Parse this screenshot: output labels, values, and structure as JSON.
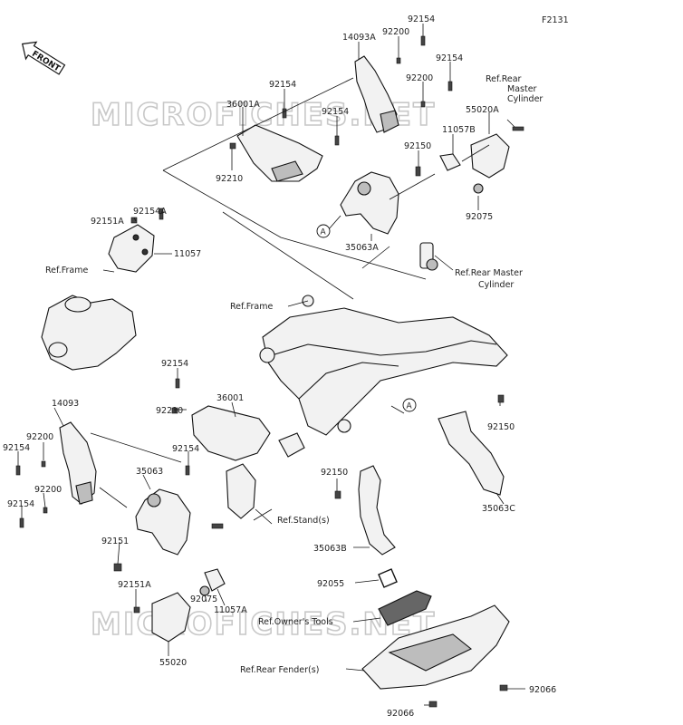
{
  "figure_code": "F2131",
  "front_badge": "FRONT",
  "watermark": "MICROFICHES.NET",
  "ref_marker": "A",
  "parts": {
    "p14093A": "14093A",
    "p92200_a": "92200",
    "p92154_a": "92154",
    "p92154_b": "92154",
    "p92200_b": "92200",
    "p92154_c": "92154",
    "p36001A": "36001A",
    "p92154_d": "92154",
    "p92210_a": "92210",
    "p55020A": "55020A",
    "p11057B": "11057B",
    "p92150_a": "92150",
    "p92075_a": "92075",
    "p35063A": "35063A",
    "p92154A": "92154A",
    "p92151A_a": "92151A",
    "p11057": "11057",
    "p92154_e": "92154",
    "p92210_b": "92210",
    "p36001": "36001",
    "p92154_f": "92154",
    "p14093": "14093",
    "p92200_c": "92200",
    "p92154_g": "92154",
    "p92200_d": "92200",
    "p92154_h": "92154",
    "p35063": "35063",
    "p92151": "92151",
    "p92151A_b": "92151A",
    "p92075_b": "92075",
    "p11057A": "11057A",
    "p55020": "55020",
    "p92150_b": "92150",
    "p92150_c": "92150",
    "p35063B": "35063B",
    "p35063C": "35063C",
    "p92055": "92055",
    "p92066_a": "92066",
    "p92066_b": "92066"
  },
  "refs": {
    "rear_master_cyl_top_1": "Ref.Rear",
    "rear_master_cyl_top_2": "Master",
    "rear_master_cyl_top_3": "Cylinder",
    "rear_master_cyl_mid_1": "Ref.Rear Master",
    "rear_master_cyl_mid_2": "Cylinder",
    "frame_left": "Ref.Frame",
    "frame_center": "Ref.Frame",
    "stand": "Ref.Stand(s)",
    "owners_tools": "Ref.Owner's Tools",
    "rear_fender": "Ref.Rear Fender(s)"
  }
}
